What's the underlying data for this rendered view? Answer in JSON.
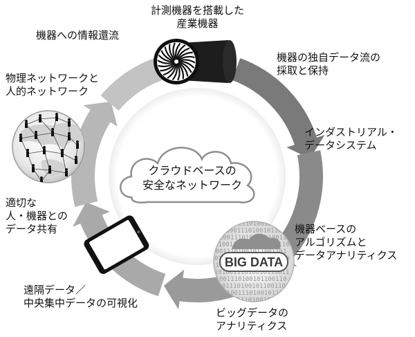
{
  "diagram": {
    "center": {
      "lines": [
        "クラウドベースの",
        "安全なネットワーク"
      ]
    },
    "steps": [
      {
        "id": "industrial-equipment",
        "lines": [
          "計測機器を搭載した",
          "産業機器"
        ]
      },
      {
        "id": "data-collection",
        "lines": [
          "機器の独自データ流の",
          "採取と保持"
        ]
      },
      {
        "id": "industrial-data-system",
        "lines": [
          "インダストリアル・",
          "データシステム"
        ]
      },
      {
        "id": "machine-analytics",
        "lines": [
          "機器ベースの",
          "アルゴリズムと",
          "データアナリティクス"
        ]
      },
      {
        "id": "big-data-analytics",
        "lines": [
          "ビッグデータの",
          "アナリティクス"
        ]
      },
      {
        "id": "remote-visualization",
        "lines": [
          "遠隔データ／",
          "中央集中データの可視化"
        ]
      },
      {
        "id": "data-sharing",
        "lines": [
          "適切な",
          "人・機器との",
          "データ共有"
        ]
      },
      {
        "id": "physical-network",
        "lines": [
          "物理ネットワークと",
          "人的ネットワーク"
        ]
      },
      {
        "id": "info-return",
        "lines": [
          "機器への情報還流"
        ]
      }
    ],
    "big_data_badge": "BIG DATA",
    "colors": {
      "arrow_dark": "#6e6e6e",
      "arrow_light": "#c9c9c9",
      "cloud": "#9a9a9a",
      "text": "#111111"
    },
    "icons": [
      "jet-engine-icon",
      "big-data-icon",
      "smartphone-icon",
      "people-network-globe-icon",
      "cloud-icon"
    ]
  }
}
